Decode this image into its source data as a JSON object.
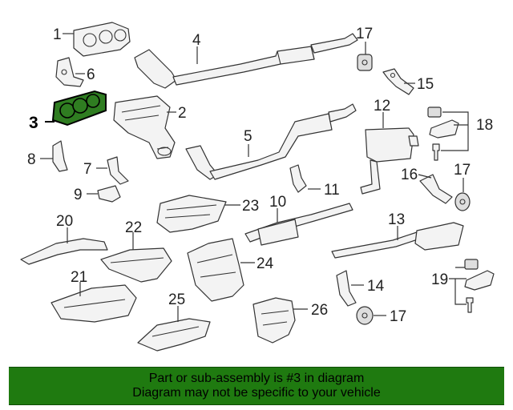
{
  "highlight_color": "#1f7a10",
  "banner": {
    "line1": "Part or sub-assembly is #3 in diagram",
    "line2": "Diagram may not be specific to your vehicle"
  },
  "callouts": {
    "c1": "1",
    "c2": "2",
    "c3": "3",
    "c4": "4",
    "c5": "5",
    "c6": "6",
    "c7": "7",
    "c8": "8",
    "c9": "9",
    "c10": "10",
    "c11": "11",
    "c12": "12",
    "c13": "13",
    "c14": "14",
    "c15": "15",
    "c16": "16",
    "c17a": "17",
    "c17b": "17",
    "c17c": "17",
    "c18": "18",
    "c19": "19",
    "c20": "20",
    "c21": "21",
    "c22": "22",
    "c23": "23",
    "c24": "24",
    "c25": "25",
    "c26": "26"
  }
}
